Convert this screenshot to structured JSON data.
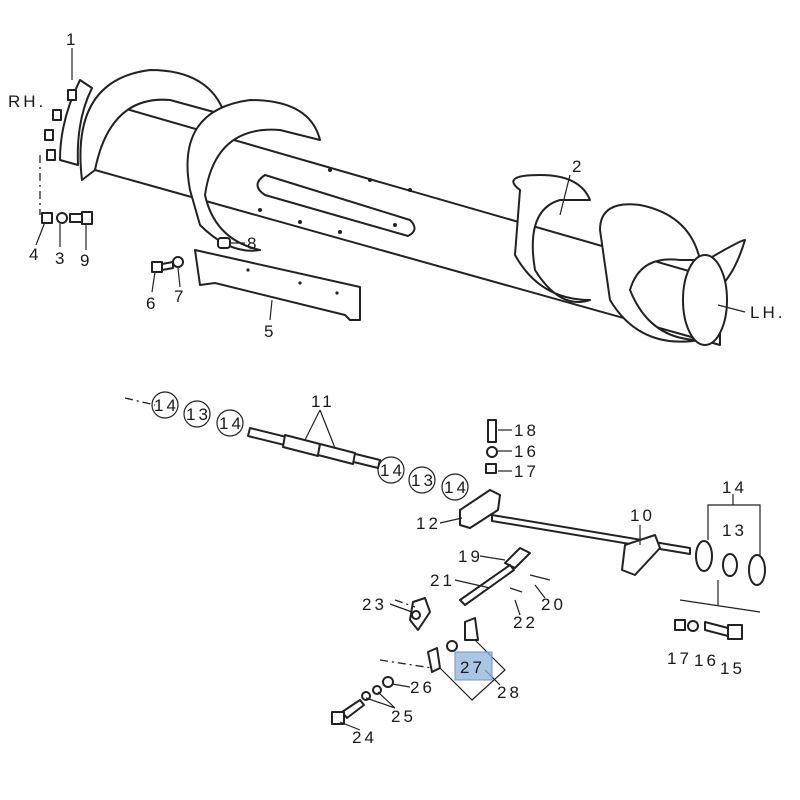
{
  "diagram": {
    "title_side_labels": {
      "right": "RH.",
      "left": "LH."
    },
    "callouts": [
      "1",
      "2",
      "3",
      "4",
      "5",
      "6",
      "7",
      "8",
      "9",
      "14",
      "13",
      "14",
      "11",
      "14",
      "13",
      "14",
      "18",
      "16",
      "17",
      "12",
      "10",
      "14",
      "13",
      "19",
      "21",
      "20",
      "22",
      "23",
      "27",
      "26",
      "28",
      "25",
      "24",
      "17",
      "16",
      "15"
    ],
    "highlighted_callout": "27",
    "highlight_color": "#8fb3dc"
  }
}
